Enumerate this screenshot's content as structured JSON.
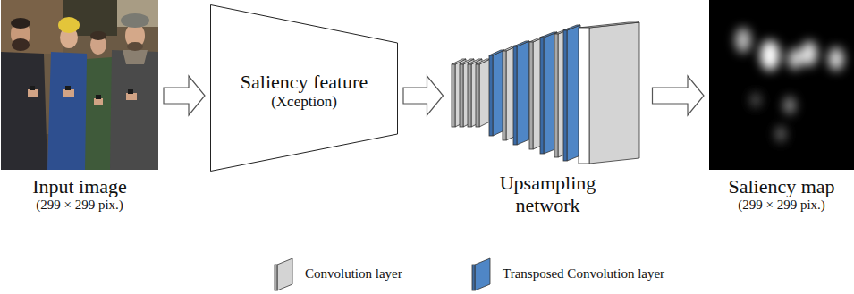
{
  "diagram": {
    "nodes": [
      {
        "text": [
          "Input image",
          "(299 × 299 pix.)"
        ]
      },
      {
        "text": [
          "Saliency feature",
          "(Xception)"
        ]
      },
      {
        "text": [
          "Upsampling network"
        ]
      },
      {
        "text": [
          "Saliency map",
          "(299 × 299 pix.)"
        ]
      }
    ],
    "edges": [
      {
        "from": 0,
        "to": 1,
        "arrow": "to"
      },
      {
        "from": 1,
        "to": 2,
        "arrow": "to"
      },
      {
        "from": 2,
        "to": 3,
        "arrow": "to"
      }
    ],
    "legend": [
      {
        "text": "Convolution layer",
        "color": "#d4d4d4"
      },
      {
        "text": "Transposed Convolution layer",
        "color": "#4f86c6"
      }
    ]
  }
}
